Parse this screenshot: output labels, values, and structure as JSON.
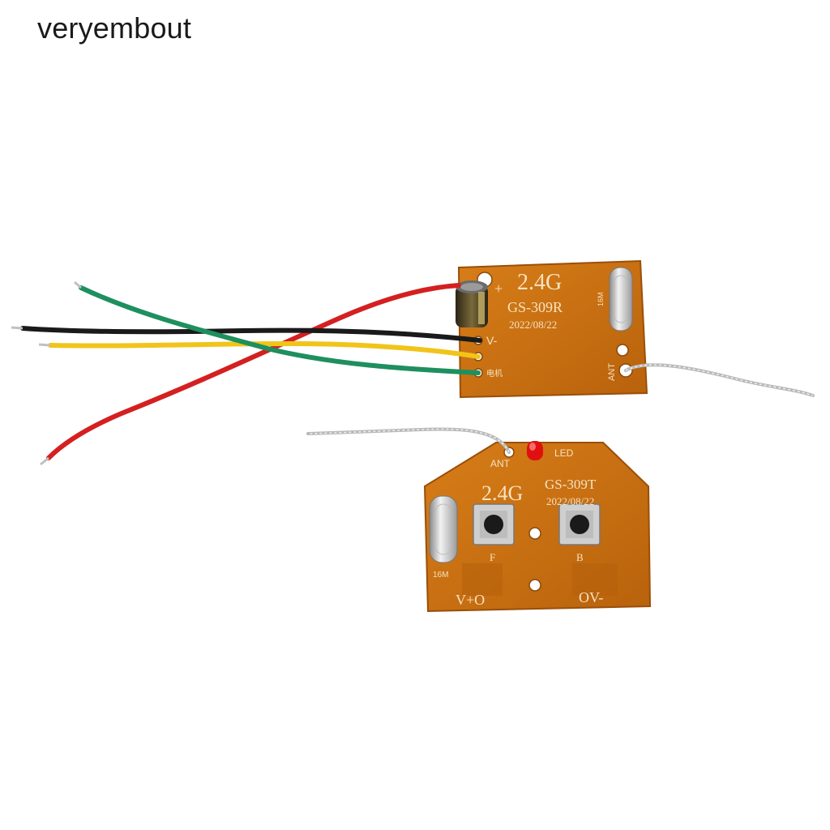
{
  "watermark": {
    "brand": "veryembout"
  },
  "receiver_board": {
    "freq_label": "2.4G",
    "model_label": "GS-309R",
    "date_label": "2022/08/22",
    "plus_label": "+",
    "v_minus_label": "V-",
    "side_chars_label": "电机",
    "crystal_label": "16M",
    "ant_label": "ANT"
  },
  "transmitter_board": {
    "freq_label": "2.4G",
    "model_label": "GS-309T",
    "date_label": "2022/08/22",
    "ant_label": "ANT",
    "led_label": "LED",
    "button_f_label": "F",
    "button_b_label": "B",
    "crystal_label": "16M",
    "v_plus_label": "V+O",
    "zero_v_minus_label": "OV-"
  },
  "colors": {
    "pcb": "#c8700f",
    "pcb_dark": "#9a4f08",
    "wire_red": "#d42020",
    "wire_black": "#1a1a1a",
    "wire_yellow": "#f0c419",
    "wire_green": "#1e8f5e",
    "led": "#e01010"
  }
}
